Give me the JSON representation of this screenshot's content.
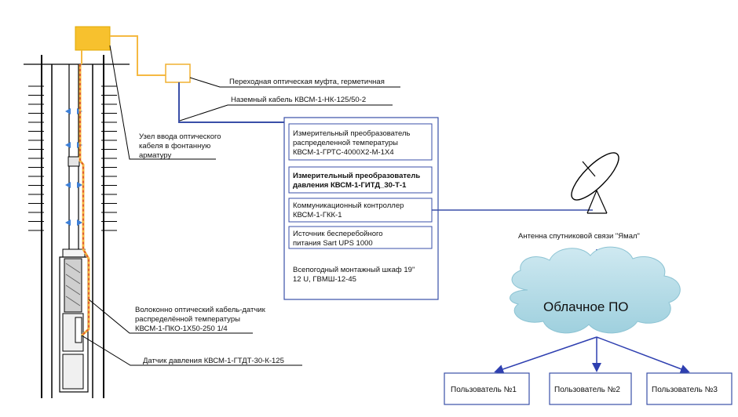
{
  "labels": {
    "coupling": "Переходная оптическая муфта, герметичная",
    "surface_cable": "Наземный кабель  КВСМ-1-НК-125/50-2",
    "entry_node_1": "Узел ввода оптического",
    "entry_node_2": "кабеля в фонтанную",
    "entry_node_3": "арматуру",
    "fiber_cable_1": "Волоконно оптический кабель-датчик",
    "fiber_cable_2": "распределённой температуры",
    "fiber_cable_3": "КВСМ-1-ПКО-1Х50-250 1/4",
    "pressure_sensor": "Датчик давления КВСМ-1-ГТДТ-30-К-125",
    "antenna": "Антенна спутниковой связи \"Ямал\""
  },
  "cabinet": {
    "box1_1": "Измерительный преобразователь",
    "box1_2": "распределенной температуры",
    "box1_3": "КВСМ-1-ГРТС-4000Х2-М-1Х4",
    "box2_1": "Измерительный преобразователь",
    "box2_2": "давления КВСМ-1-ГИТД_30-Т-1",
    "box3_1": "Коммуникационный контроллер",
    "box3_2": "КВСМ-1-ГКК-1",
    "box4_1": "Источник бесперебойного",
    "box4_2": "питания Sart UPS 1000",
    "cabinet_1": "Всепогодный монтажный шкаф 19\"",
    "cabinet_2": "12 U, ГВМШ-12-45"
  },
  "cloud": {
    "label": "Облачное ПО"
  },
  "users": [
    "Пользователь №1",
    "Пользователь №2",
    "Пользователь №3"
  ],
  "colors": {
    "cable_orange": "#f5b942",
    "line_blue": "#3a4fa8",
    "cloud_fill": "#b7dde8",
    "box_orange": "#f7c12e",
    "arrow_blue": "#2e3fb0"
  }
}
